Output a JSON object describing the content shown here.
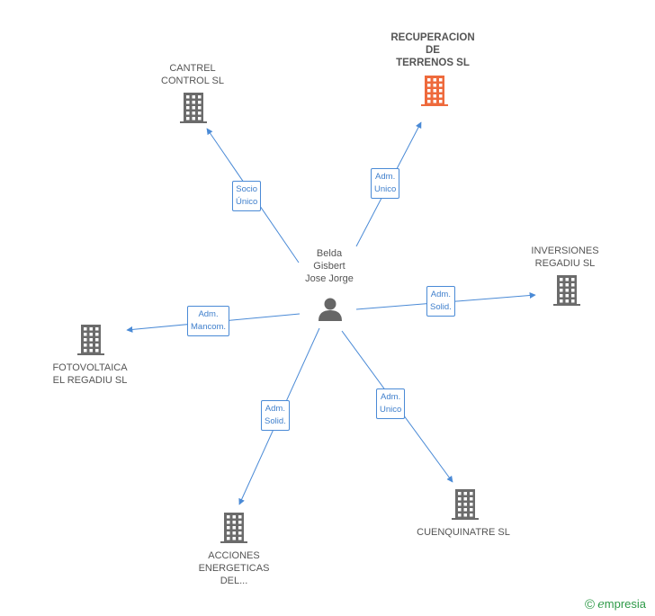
{
  "center": {
    "name": "Belda\nGisbert\nJose Jorge",
    "icon": "person-icon"
  },
  "companies": [
    {
      "id": "cantrel",
      "name": "CANTREL\nCONTROL SL",
      "highlight": false
    },
    {
      "id": "recuperacion",
      "name": "RECUPERACION\nDE\nTERRENOS SL",
      "highlight": true
    },
    {
      "id": "inversiones",
      "name": "INVERSIONES\nREGADIU SL",
      "highlight": false
    },
    {
      "id": "fotovoltaica",
      "name": "FOTOVOLTAICA\nEL REGADIU SL",
      "highlight": false
    },
    {
      "id": "acciones",
      "name": "ACCIONES\nENERGETICAS\nDEL...",
      "highlight": false
    },
    {
      "id": "cuenquinatre",
      "name": "CUENQUINATRE SL",
      "highlight": false
    }
  ],
  "relations": [
    {
      "to": "cantrel",
      "label": "Socio\nÚnico"
    },
    {
      "to": "recuperacion",
      "label": "Adm.\nUnico"
    },
    {
      "to": "inversiones",
      "label": "Adm.\nSolid."
    },
    {
      "to": "fotovoltaica",
      "label": "Adm.\nMancom."
    },
    {
      "to": "acciones",
      "label": "Adm.\nSolid."
    },
    {
      "to": "cuenquinatre",
      "label": "Adm.\nUnico"
    }
  ],
  "colors": {
    "edge": "#4a8ad6",
    "building": "#6b6b6b",
    "building_highlight": "#ee6a3c",
    "person": "#666666"
  },
  "footer": {
    "copyright": "©",
    "brand_initial": "e",
    "brand_rest": "mpresia"
  }
}
